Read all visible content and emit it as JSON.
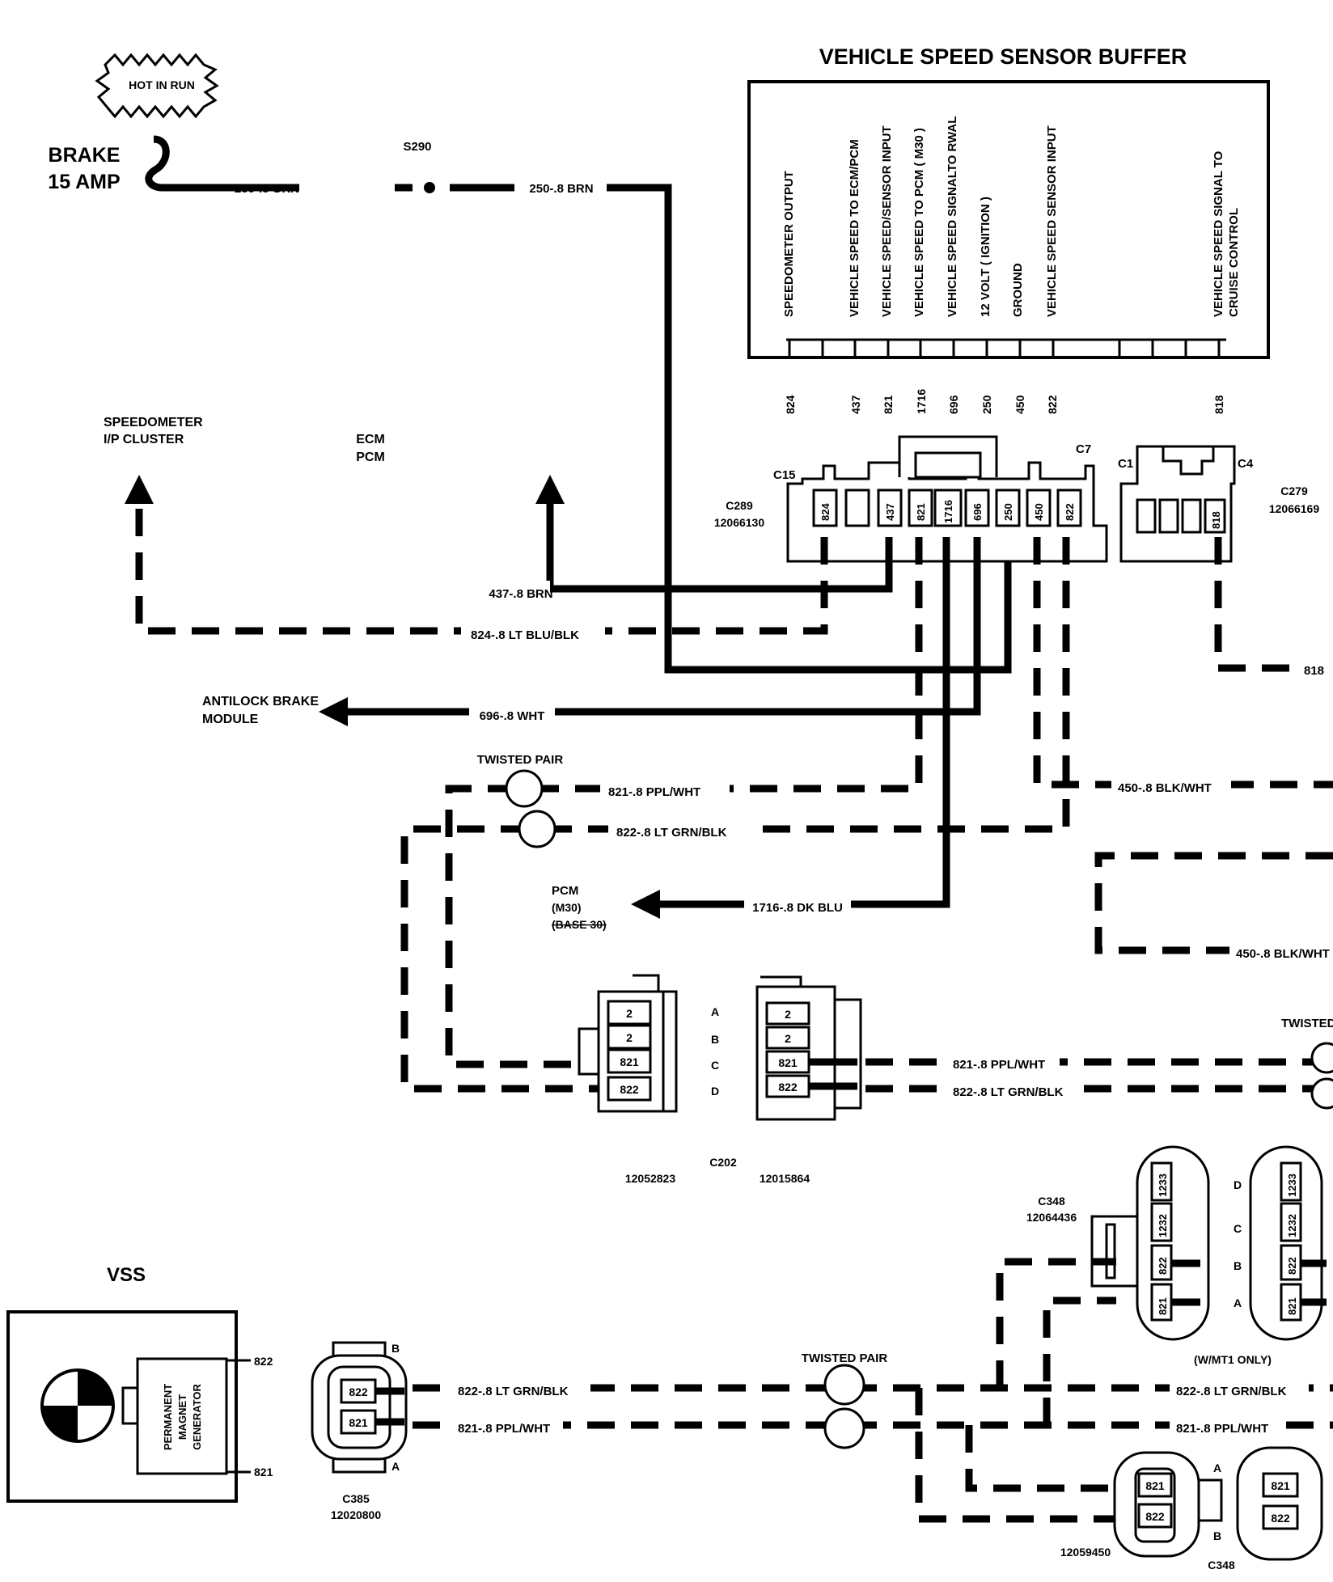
{
  "title": "VEHICLE SPEED SENSOR BUFFER",
  "hot_in_run": "HOT IN RUN",
  "fuse": {
    "line1": "BRAKE",
    "line2": "15 AMP"
  },
  "splice": "S290",
  "buffer_pins": [
    {
      "label": "SPEEDOMETER OUTPUT",
      "circuit": "824"
    },
    {
      "label": "VEHICLE SPEED TO ECM/PCM",
      "circuit": "437"
    },
    {
      "label": "VEHICLE SPEED/SENSOR INPUT",
      "circuit": "821"
    },
    {
      "label": "VEHICLE SPEED TO PCM ( M30 )",
      "circuit": "1716"
    },
    {
      "label": "VEHICLE SPEED SIGNALTO RWAL",
      "circuit": "696"
    },
    {
      "label": "12 VOLT ( IGNITION )",
      "circuit": "250"
    },
    {
      "label": "GROUND",
      "circuit": "450"
    },
    {
      "label": "VEHICLE SPEED SENSOR INPUT",
      "circuit": "822"
    },
    {
      "label": "VEHICLE SPEED SIGNAL TO",
      "label2": "CRUISE CONTROL",
      "circuit": "818"
    }
  ],
  "connectors": {
    "c289": {
      "name": "C289",
      "part": "12066130",
      "c15": "C15",
      "c7": "C7",
      "pins": [
        "824",
        "",
        "437",
        "821",
        "1716",
        "696",
        "250",
        "450",
        "822"
      ]
    },
    "c279": {
      "name": "C279",
      "part": "12066169",
      "c1": "C1",
      "c4": "C4",
      "pin": "818"
    },
    "c202": {
      "name": "C202",
      "part_left": "12052823",
      "part_right": "12015864",
      "pins": [
        "2",
        "2",
        "821",
        "822"
      ],
      "letters": [
        "A",
        "B",
        "C",
        "D"
      ]
    },
    "c348_top": {
      "name": "C348",
      "part": "12064436",
      "pins": [
        "1233",
        "1232",
        "822",
        "821"
      ],
      "letters": [
        "D",
        "C",
        "B",
        "A"
      ],
      "note": "(W/MT1 ONLY)"
    },
    "c385": {
      "name": "C385",
      "part": "12020800",
      "pins": [
        "822",
        "821"
      ],
      "letters": [
        "B",
        "A"
      ]
    },
    "c348_bottom": {
      "name": "C348",
      "part": "12059450",
      "pins": [
        "821",
        "822"
      ],
      "letters": [
        "A",
        "B"
      ]
    }
  },
  "wires": {
    "w250_left": "250-.8 GRN",
    "w250_right": "250-.8 BRN",
    "w437": "437-.8 BRN",
    "w824": "824-.8 LT BLU/BLK",
    "w818": "818",
    "w696": "696-.8 WHT",
    "w821_top": "821-.8 PPL/WHT",
    "w822_top": "822-.8 LT GRN/BLK",
    "w450_top": "450-.8 BLK/WHT",
    "w450_box": "450-.8 BLK/WHT",
    "w1716": "1716-.8 DK BLU",
    "w821_c202": "821-.8 PPL/WHT",
    "w822_c202": "822-.8 LT GRN/BLK",
    "w822_vss": "822-.8 LT GRN/BLK",
    "w821_vss": "821-.8 PPL/WHT",
    "w822_right": "822-.8 LT GRN/BLK",
    "w821_right": "821-.8 PPL/WHT"
  },
  "destinations": {
    "speedometer": [
      "SPEEDOMETER",
      "I/P CLUSTER"
    ],
    "ecm": [
      "ECM",
      "PCM"
    ],
    "abs": [
      "ANTILOCK BRAKE",
      "MODULE"
    ],
    "pcm": [
      "PCM",
      "(M30)",
      "(BASE 30)"
    ]
  },
  "twisted_pair": "TWISTED PAIR",
  "twisted_pair_cut": "TWISTED",
  "vss": {
    "title": "VSS",
    "generator": [
      "PERMANENT",
      "MAGNET",
      "GENERATOR"
    ],
    "pin_top": "822",
    "pin_bottom": "821"
  }
}
